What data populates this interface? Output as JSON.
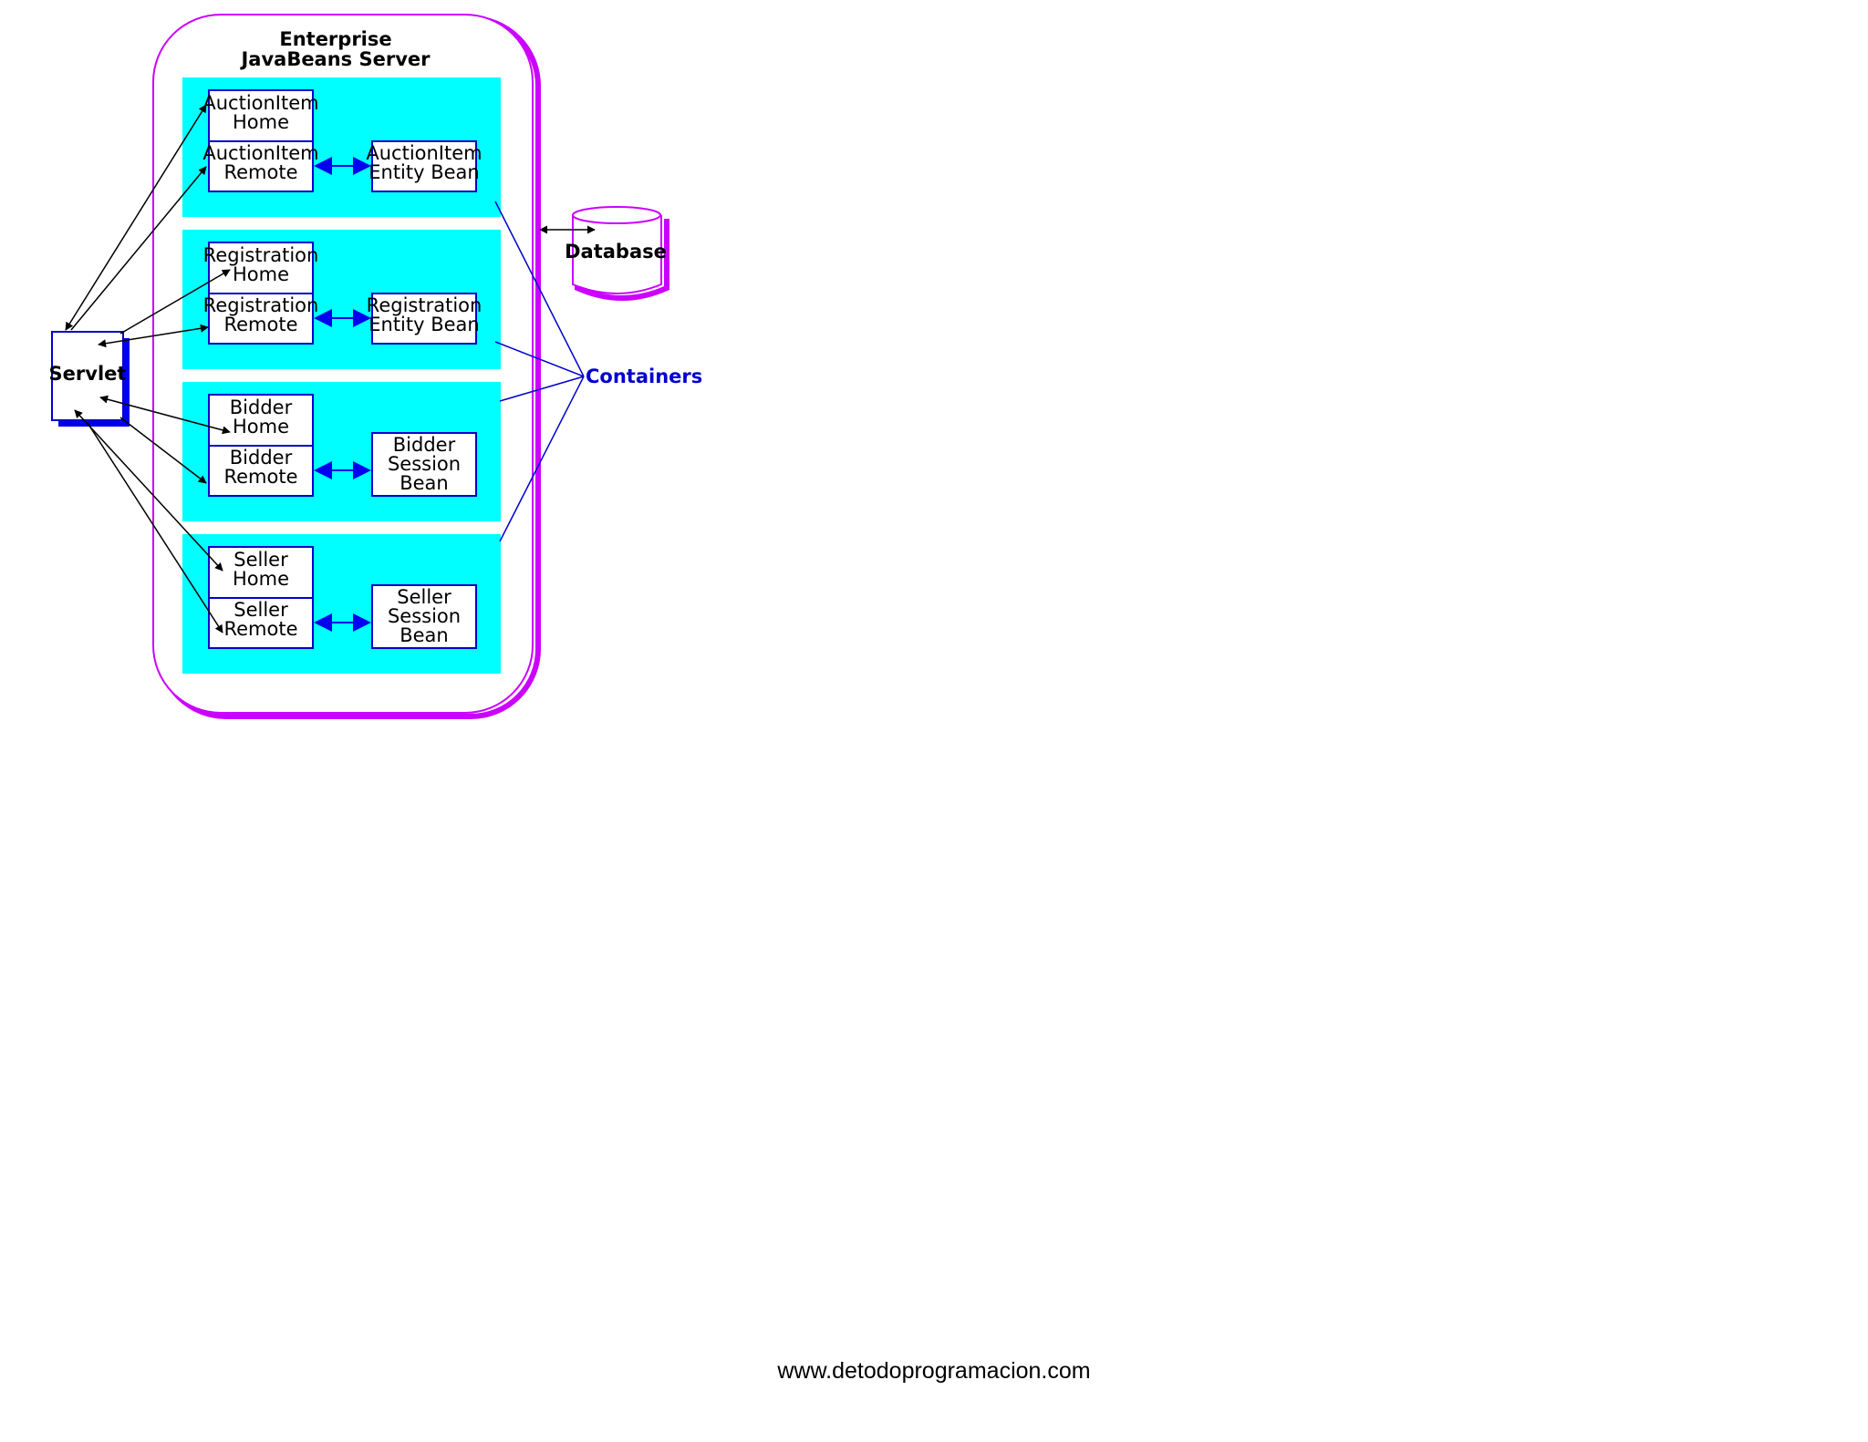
{
  "server": {
    "title_line1": "Enterprise",
    "title_line2": "JavaBeans Server"
  },
  "servlet": {
    "label": "Servlet"
  },
  "database": {
    "label": "Database"
  },
  "containers_label": "Containers",
  "beans": [
    {
      "home": [
        "AuctionItem",
        "Home"
      ],
      "remote": [
        "AuctionItem",
        "Remote"
      ],
      "bean": [
        "AuctionItem",
        "Entity Bean"
      ]
    },
    {
      "home": [
        "Registration",
        "Home"
      ],
      "remote": [
        "Registration",
        "Remote"
      ],
      "bean": [
        "Registration",
        "Entity Bean"
      ]
    },
    {
      "home": [
        "Bidder",
        "Home"
      ],
      "remote": [
        "Bidder",
        "Remote"
      ],
      "bean": [
        "Bidder",
        "Session",
        "Bean"
      ]
    },
    {
      "home": [
        "Seller",
        "Home"
      ],
      "remote": [
        "Seller",
        "Remote"
      ],
      "bean": [
        "Seller",
        "Session",
        "Bean"
      ]
    }
  ],
  "footer": "www.detodoprogramacion.com",
  "colors": {
    "server_border": "#cc00ff",
    "container_fill": "#00ffff",
    "box_border": "#0000cc",
    "blue_arrow": "#0000ee",
    "container_line": "#0000cc",
    "servlet_shadow": "#0000ee",
    "database_border": "#cc00ff"
  }
}
